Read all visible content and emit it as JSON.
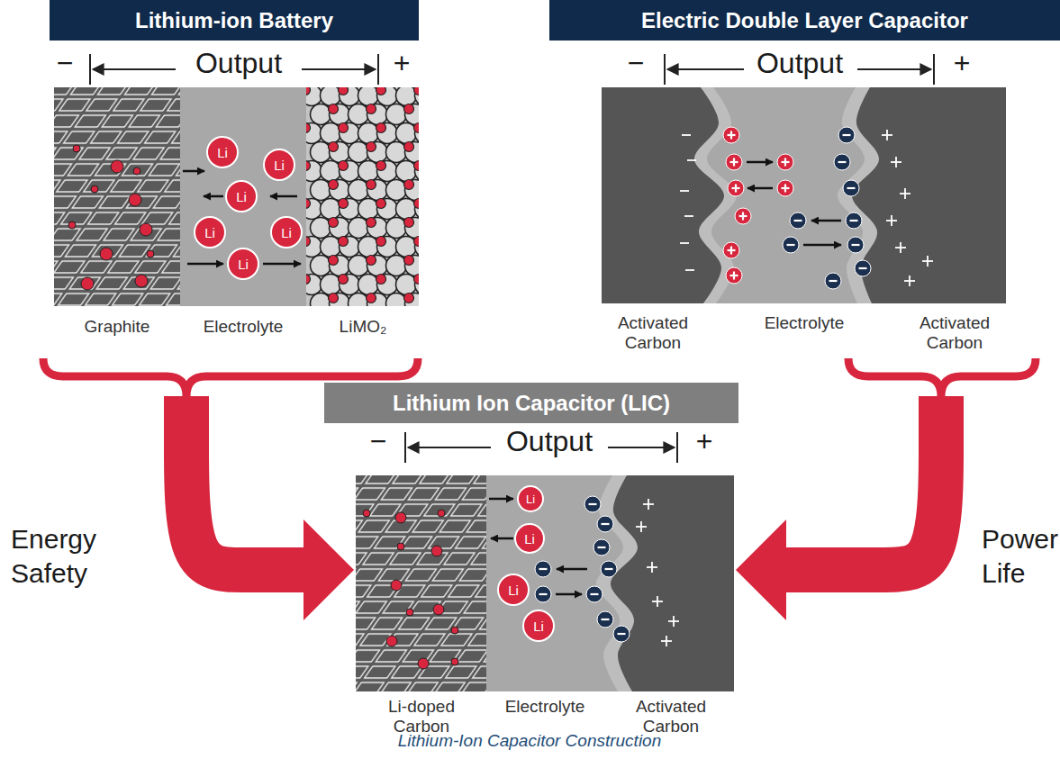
{
  "diagram": {
    "caption": "Lithium-Ion Capacitor Construction",
    "nodes": [
      {
        "text": [
          "Lithium-ion Battery"
        ]
      },
      {
        "text": [
          "Li"
        ],
        "in": 0
      },
      {
        "text": [
          "Li"
        ],
        "in": 0
      },
      {
        "text": [
          "Li"
        ],
        "in": 0
      },
      {
        "text": [
          "Li"
        ],
        "in": 0
      },
      {
        "text": [
          "Li"
        ],
        "in": 0
      },
      {
        "text": [
          "Li"
        ],
        "in": 0
      },
      {
        "text": [
          "Electric Double Layer Capacitor"
        ]
      },
      {
        "text": [
          "Lithium Ion Capacitor (LIC)"
        ]
      },
      {
        "text": [
          "Li"
        ],
        "in": 8
      },
      {
        "text": [
          "Li"
        ],
        "in": 8
      },
      {
        "text": [
          "Li"
        ],
        "in": 8
      },
      {
        "text": [
          "Li"
        ],
        "in": 8
      }
    ],
    "edges": [
      {
        "from": 0,
        "to": 8,
        "arrow": "to"
      },
      {
        "from": 7,
        "to": 8,
        "arrow": "to"
      }
    ],
    "labels": [
      "−",
      "Output",
      "+",
      "Graphite",
      "Electrolyte",
      "LiMO₂",
      "−",
      "Output",
      "+",
      "Activated Carbon",
      "Electrolyte",
      "Activated Carbon",
      "Energy",
      "Safety",
      "−",
      "Output",
      "+",
      "Li-doped Carbon",
      "Electrolyte",
      "Activated Carbon",
      "Power",
      "Life"
    ]
  }
}
